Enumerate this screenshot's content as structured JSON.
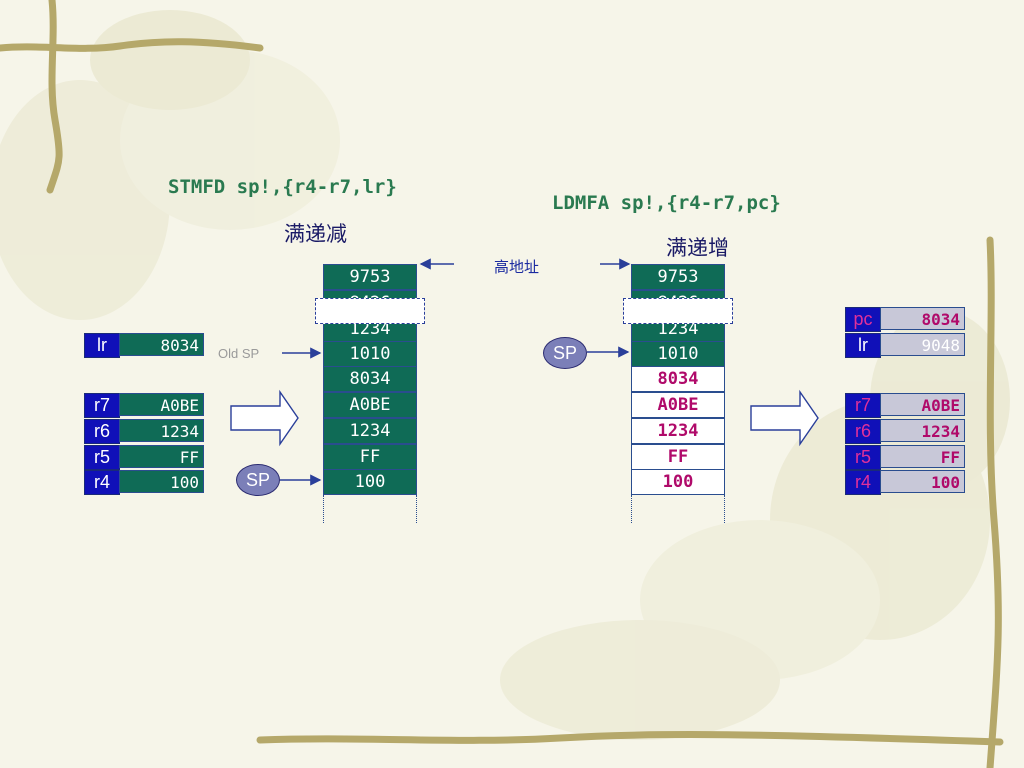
{
  "left": {
    "instruction": "STMFD sp!,{r4-r7,lr}",
    "stack_type": "满递减",
    "old_sp_label": "Old SP",
    "sp_label": "SP",
    "stack": [
      "9753",
      "8426",
      "1234",
      "1010",
      "8034",
      "A0BE",
      "1234",
      "FF",
      "100"
    ],
    "lr": {
      "name": "lr",
      "value": "8034"
    },
    "registers": [
      {
        "name": "r7",
        "value": "A0BE"
      },
      {
        "name": "r6",
        "value": "1234"
      },
      {
        "name": "r5",
        "value": "FF"
      },
      {
        "name": "r4",
        "value": "100"
      }
    ]
  },
  "middle": {
    "high_address_label": "高地址"
  },
  "right": {
    "instruction": "LDMFA sp!,{r4-r7,pc}",
    "stack_type": "满递增",
    "sp_label": "SP",
    "stack": [
      "9753",
      "8426",
      "1234",
      "1010",
      "8034",
      "A0BE",
      "1234",
      "FF",
      "100"
    ],
    "pc": {
      "name": "pc",
      "value": "8034"
    },
    "lr": {
      "name": "lr",
      "value": "9048"
    },
    "registers": [
      {
        "name": "r7",
        "value": "A0BE"
      },
      {
        "name": "r6",
        "value": "1234"
      },
      {
        "name": "r5",
        "value": "FF"
      },
      {
        "name": "r4",
        "value": "100"
      }
    ]
  },
  "colors": {
    "title_green": "#2a7a50",
    "cell_green": "#0f6b56",
    "register_blue": "#1010b8",
    "loaded_magenta": "#b00a6a",
    "arrow_blue": "#2a3f9a"
  }
}
